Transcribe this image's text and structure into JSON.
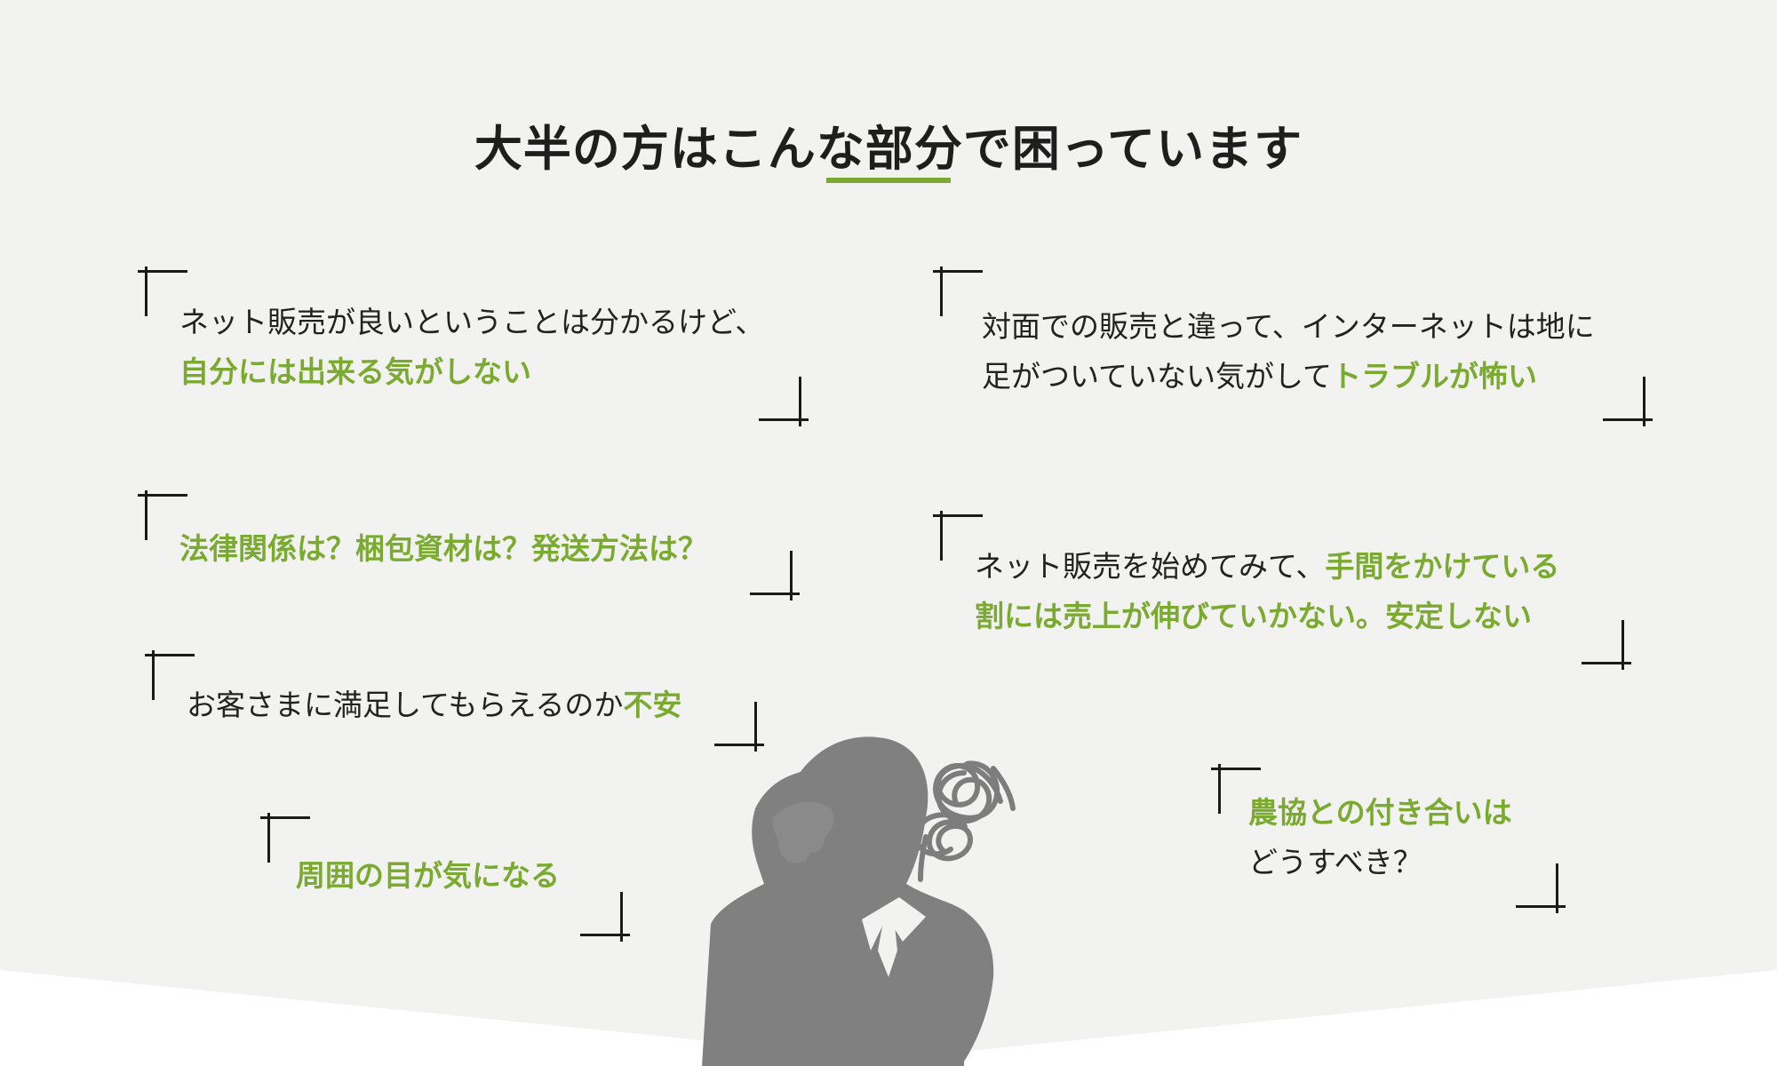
{
  "title": "大半の方はこんな部分で困っています",
  "colors": {
    "accent": "#7aaa2f",
    "background": "#f2f2f1",
    "silhouette": "#808080"
  },
  "items": [
    {
      "line1": "ネット販売が良いということは分かるけど、",
      "line2_hl": "自分には出来る気がしない"
    },
    {
      "line1": "対面での販売と違って、インターネットは地に",
      "line2": "足がついていない気がして",
      "line2_hl": "トラブルが怖い"
    },
    {
      "hl": "法律関係は？梱包資材は？発送方法は？"
    },
    {
      "line1": "ネット販売を始めてみて、",
      "line1_hl": "手間をかけている",
      "line2_hl": "割には売上が伸びていかない。安定しない"
    },
    {
      "text": "お客さまに満足してもらえるのか",
      "hl": "不安"
    },
    {
      "line1_hl": "農協との付き合いは",
      "line2": "どうすべき？"
    },
    {
      "hl": "周囲の目が気になる"
    }
  ],
  "illustration": {
    "name": "troubled-man-silhouette"
  }
}
